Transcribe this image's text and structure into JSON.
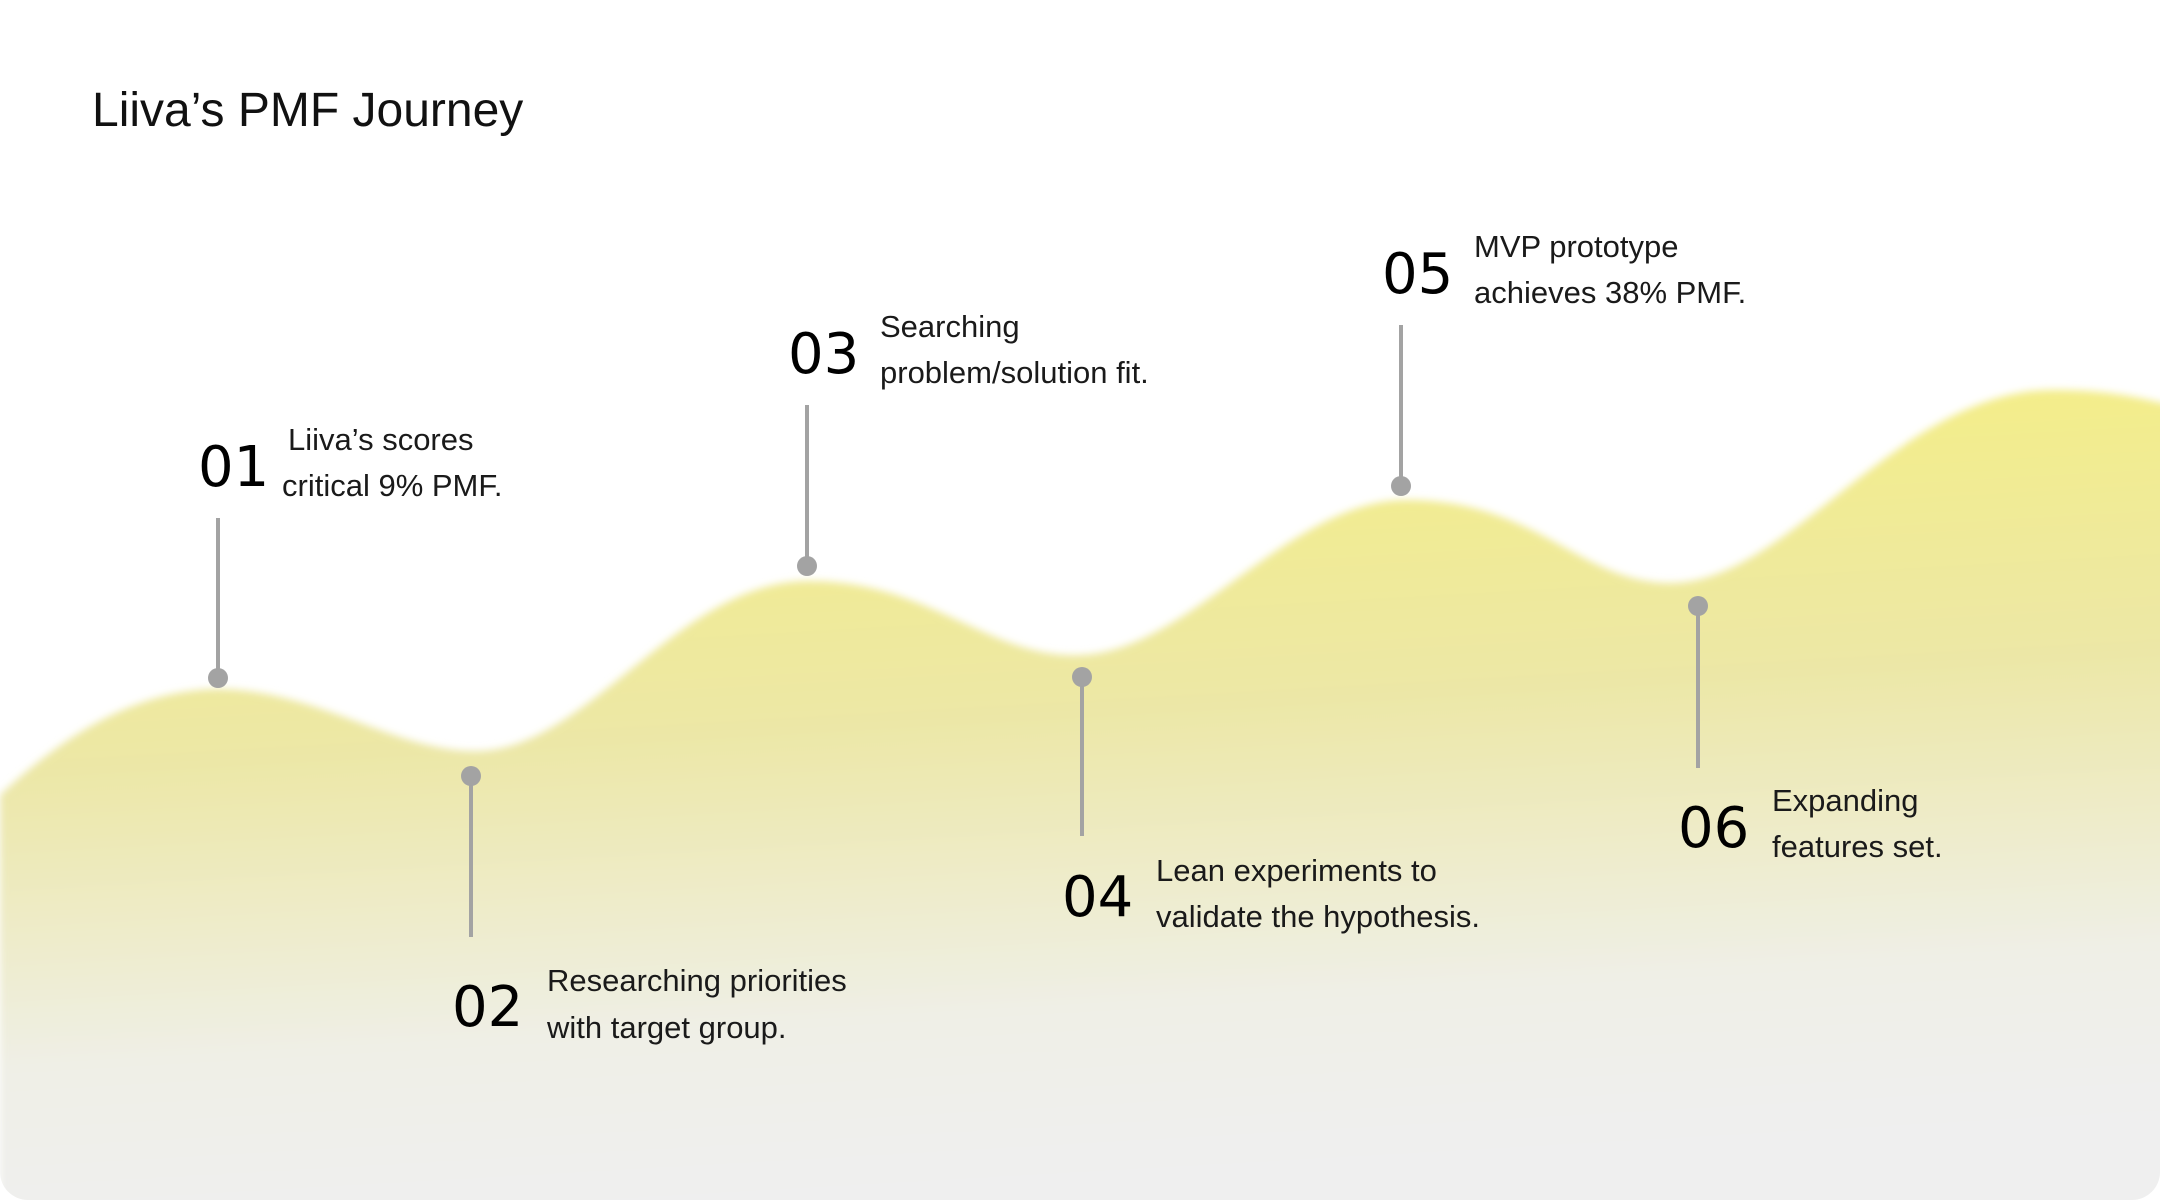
{
  "title": "Liiva’s PMF Journey",
  "colors": {
    "wave_top": "#f7f07e",
    "wave_bottom": "#efefef",
    "marker": "#a3a3a3",
    "text": "#1a1a1a"
  },
  "steps": [
    {
      "number": "01",
      "line1": "Liiva’s scores",
      "line2": "critical 9% PMF."
    },
    {
      "number": "02",
      "line1": "Researching priorities",
      "line2": "with target group."
    },
    {
      "number": "03",
      "line1": "Searching",
      "line2": "problem/solution fit."
    },
    {
      "number": "04",
      "line1": "Lean experiments to",
      "line2": "validate the hypothesis."
    },
    {
      "number": "05",
      "line1": "MVP prototype",
      "line2": "achieves 38% PMF."
    },
    {
      "number": "06",
      "line1": "Expanding",
      "line2": "features set."
    }
  ]
}
